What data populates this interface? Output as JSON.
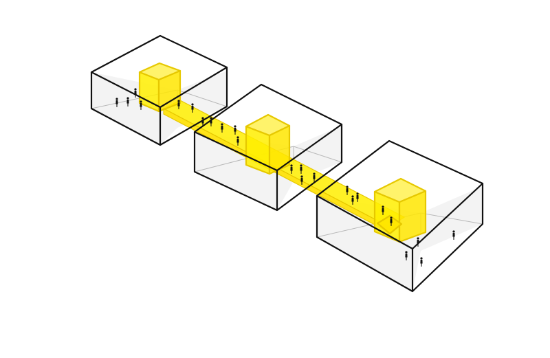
{
  "diagram": {
    "description_type": "axonometric",
    "colors": {
      "outline": "#111111",
      "hidden_edge": "#b8b8b8",
      "floor_shade": "#f3f3f3",
      "core_fill": "#ffee00",
      "core_top": "#fff36b",
      "core_side": "#ffe800",
      "core_stroke": "#e6c800",
      "walkway": "#ffee00",
      "person": "#111111"
    },
    "boxes": [
      "pavilion-1",
      "pavilion-2",
      "pavilion-3"
    ],
    "cores": [
      "core-1",
      "core-2",
      "core-3"
    ],
    "connector": "walkway",
    "people_icon": "person-icon"
  }
}
